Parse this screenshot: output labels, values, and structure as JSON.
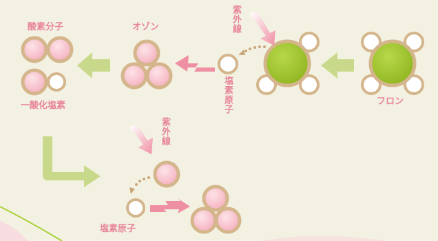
{
  "labels": {
    "freon": "フロン",
    "uv_top": "紫外線",
    "uv_mid": "紫外線",
    "chlorine_atom_top": "塩素原子",
    "chlorine_atom_bottom": "塩素原子",
    "ozone": "オゾン",
    "oxygen_molecule": "酸素分子",
    "chlorine_monoxide": "一酸化塩素"
  },
  "colors": {
    "background": "#f3f2e2",
    "label_pink": "#e8859a",
    "molecule_ring": "#d4b58c",
    "oxygen_fill": "#f6bcc7",
    "chlorine_fill": "#ffffff",
    "carbon_fill": "#9dc22e",
    "arrow_green": "#c9d98c",
    "arrow_pink": "#ef8fa4"
  }
}
